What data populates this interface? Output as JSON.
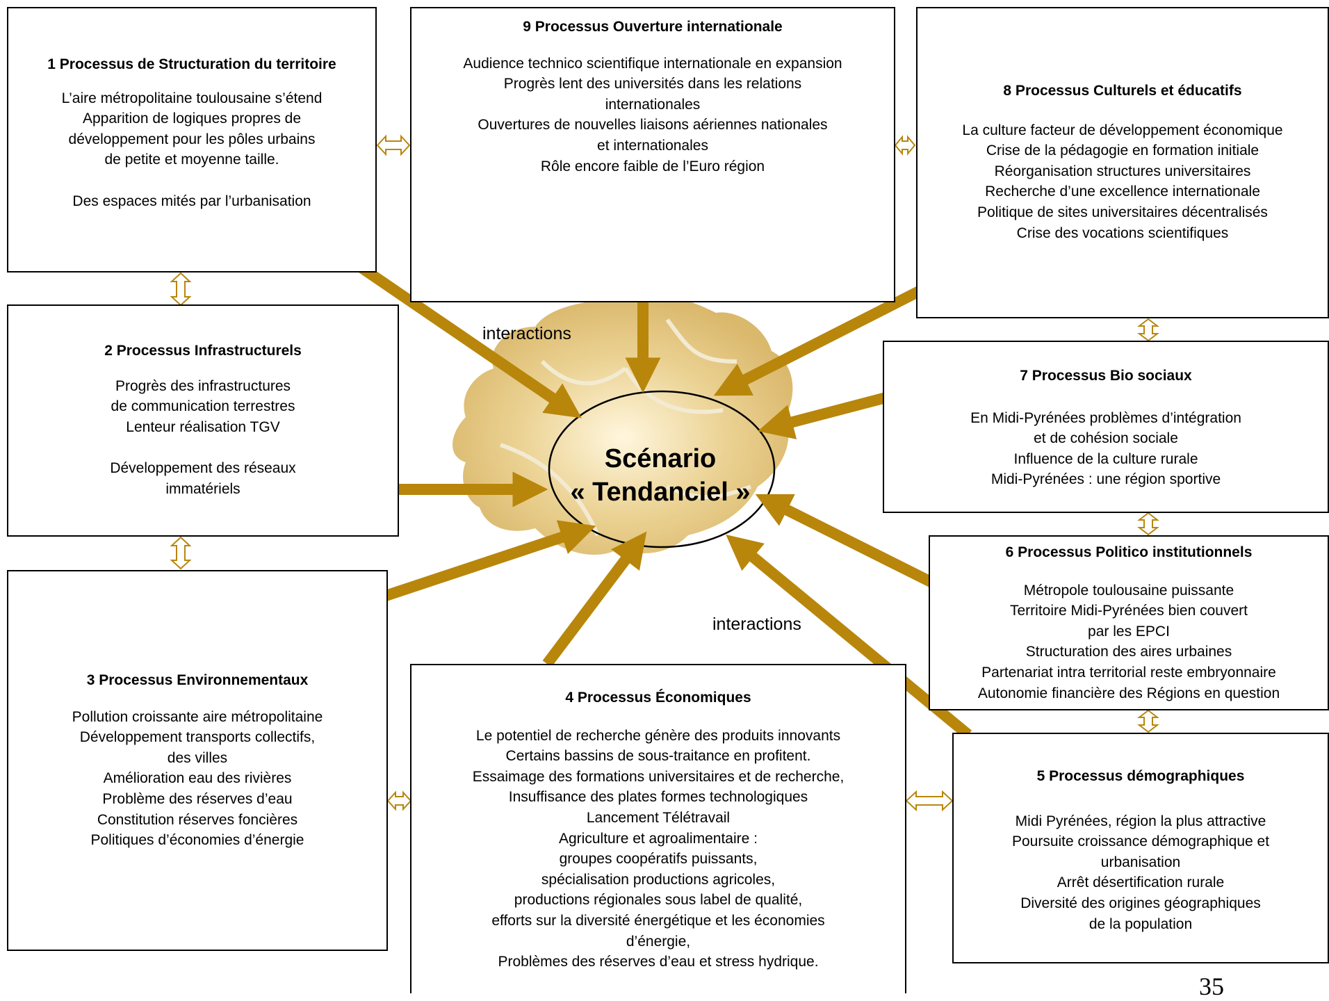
{
  "center": {
    "title_line1": "Scénario",
    "title_line2": "« Tendanciel »"
  },
  "labels": {
    "interactions_top": "interactions",
    "interactions_bottom": "interactions"
  },
  "page_number": "35",
  "colors": {
    "arrow": "#b8860b",
    "map_fill": "#e6c67a",
    "border": "#000000"
  },
  "boxes": {
    "b1": {
      "title": "1 Processus de Structuration du territoire",
      "lines": [
        "L’aire métropolitaine toulousaine s’étend",
        "Apparition de logiques propres de",
        "développement  pour les pôles urbains",
        "de petite et moyenne taille.",
        "",
        "Des espaces mités par l’urbanisation"
      ]
    },
    "b2": {
      "title": "2 Processus Infrastructurels",
      "lines": [
        "Progrès des infrastructures",
        "de communication terrestres",
        "Lenteur réalisation TGV",
        "",
        "Développement des réseaux",
        "immatériels"
      ]
    },
    "b3": {
      "title": "3 Processus Environnementaux",
      "lines": [
        "Pollution croissante aire métropolitaine",
        "Développement transports collectifs,",
        "des villes",
        "Amélioration eau des rivières",
        "Problème des réserves d’eau",
        "Constitution  réserves foncières",
        "Politiques d’économies d’énergie"
      ]
    },
    "b4": {
      "title": "4 Processus Économiques",
      "lines": [
        "Le potentiel de recherche génère des produits innovants",
        "Certains bassins de sous-traitance en profitent.",
        "Essaimage des formations universitaires et de recherche,",
        "Insuffisance des plates formes technologiques",
        "Lancement Télétravail",
        "Agriculture et agroalimentaire :",
        "groupes coopératifs puissants,",
        "spécialisation productions agricoles,",
        "productions régionales sous label de qualité,",
        "efforts sur la diversité énergétique et les économies",
        "d’énergie,",
        "Problèmes des réserves d’eau et stress hydrique."
      ]
    },
    "b5": {
      "title": "5 Processus démographiques",
      "lines": [
        "Midi Pyrénées, région la plus attractive",
        "Poursuite croissance démographique et",
        "urbanisation",
        "Arrêt désertification rurale",
        "Diversité des origines géographiques",
        "de la population"
      ]
    },
    "b6": {
      "title": "6 Processus Politico institutionnels",
      "lines": [
        "Métropole toulousaine puissante",
        "Territoire Midi-Pyrénées bien couvert",
        "par les EPCI",
        "Structuration des aires urbaines",
        "Partenariat intra territorial reste embryonnaire",
        "Autonomie financière des Régions en question"
      ]
    },
    "b7": {
      "title": "7 Processus Bio sociaux",
      "lines": [
        "En Midi-Pyrénées problèmes d’intégration",
        "et de cohésion sociale",
        "Influence de  la culture rurale",
        "Midi-Pyrénées : une région sportive"
      ]
    },
    "b8": {
      "title": "8 Processus Culturels et éducatifs",
      "lines": [
        "La culture facteur de développement  économique",
        "Crise de la pédagogie en formation initiale",
        "Réorganisation structures universitaires",
        "Recherche d’une excellence internationale",
        "Politique de sites universitaires décentralisés",
        "Crise des vocations scientifiques"
      ]
    },
    "b9": {
      "title": "9 Processus Ouverture internationale",
      "lines": [
        "Audience technico scientifique internationale en expansion",
        "Progrès lent des universités dans les relations",
        "internationales",
        "Ouvertures de nouvelles liaisons aériennes nationales",
        "et  internationales",
        "Rôle encore faible de l’Euro région"
      ]
    }
  }
}
